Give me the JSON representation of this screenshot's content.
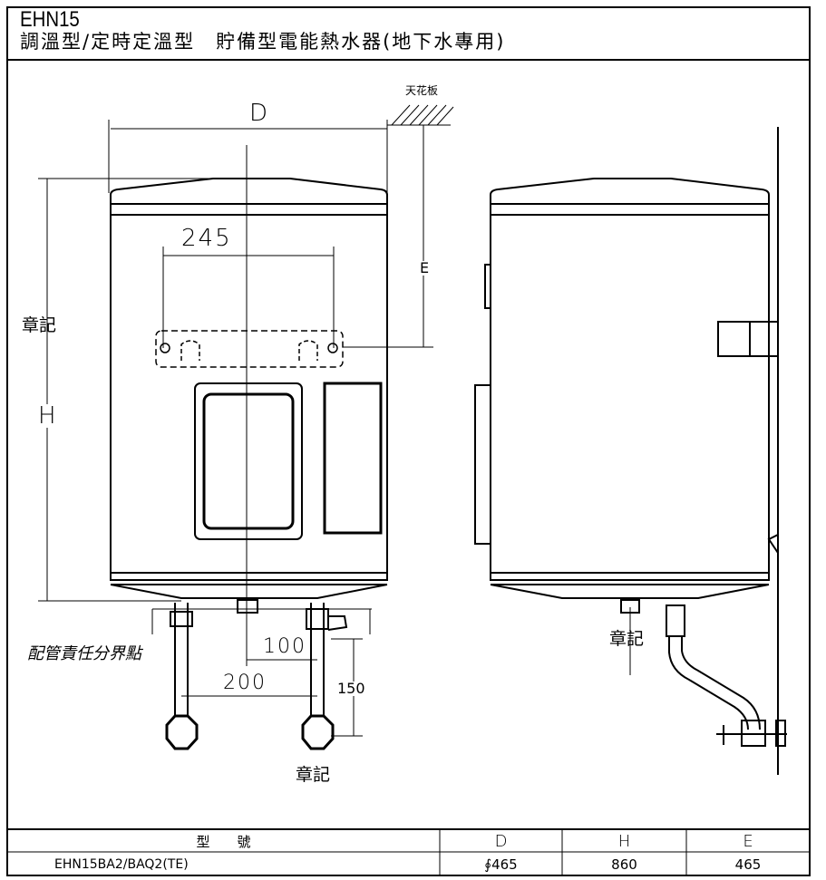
{
  "header": {
    "model": "EHN15",
    "subtitle": "調溫型/定時定溫型　貯備型電能熱水器(地下水專用)"
  },
  "drawing": {
    "ceiling_label": "天花板",
    "dim_D": "D",
    "dim_H": "H",
    "dim_E": "E",
    "dim_245": "245",
    "dim_100": "100",
    "dim_200": "200",
    "dim_150": "150",
    "mark_left": "章記",
    "mark_bottom": "章記",
    "mark_side": "章記",
    "pipe_boundary": "配管責任分界點"
  },
  "table": {
    "headers": [
      "型　　號",
      "D",
      "H",
      "E"
    ],
    "rows": [
      [
        "EHN15BA2/BAQ2(TE)",
        "∮465",
        "860",
        "465"
      ]
    ]
  }
}
